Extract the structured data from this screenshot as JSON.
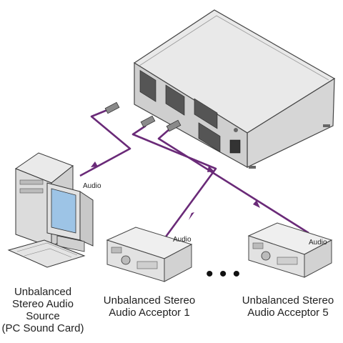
{
  "labels": {
    "audio_source_cable": "Audio",
    "acceptor1_cable": "Audio",
    "acceptor5_cable": "Audio",
    "ellipsis": "• • •"
  },
  "captions": {
    "source": [
      "Unbalanced",
      "Stereo Audio",
      "Source",
      "(PC Sound Card)"
    ],
    "acceptor1": [
      "Unbalanced Stereo",
      "Audio Acceptor 1"
    ],
    "acceptor5": [
      "Unbalanced Stereo",
      "Audio Acceptor 5"
    ]
  },
  "colors": {
    "cable": "#6a2a78",
    "device_body": "#efefef",
    "device_edge": "#555555",
    "monitor_screen": "#9dc4e6"
  }
}
